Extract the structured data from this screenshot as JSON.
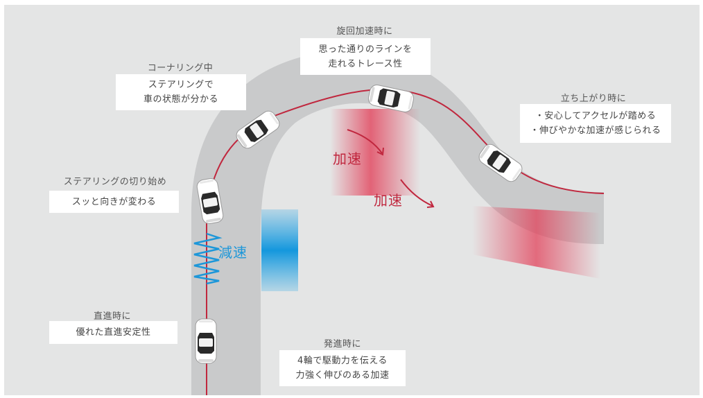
{
  "colors": {
    "background": "#e4e5e5",
    "road": "#c9cacb",
    "driving_line": "#c0273e",
    "accel_text": "#c0273e",
    "decel_text": "#1d97d9",
    "label_box": "#ffffff"
  },
  "annotations": {
    "straight": {
      "caption": "直進時に",
      "text": [
        "優れた直進安定性"
      ]
    },
    "start": {
      "caption": "発進時に",
      "text": [
        "4輪で駆動力を伝える",
        "力強く伸びのある加速"
      ]
    },
    "turn_in": {
      "caption": "ステアリングの切り始め",
      "text": [
        "スッと向きが変わる"
      ]
    },
    "cornering": {
      "caption": "コーナリング中",
      "text": [
        "ステアリングで",
        "車の状態が分かる"
      ]
    },
    "accel_turn": {
      "caption": "旋回加速時に",
      "text": [
        "思った通りのラインを",
        "走れるトレース性"
      ]
    },
    "exit": {
      "caption": "立ち上がり時に",
      "text": [
        "・安心してアクセルが踏める",
        "・伸びやかな加速が感じられる"
      ]
    }
  },
  "labels": {
    "decel": "減速",
    "accel_1": "加速",
    "accel_2": "加速"
  },
  "icons": [
    "car-icon",
    "decel-spring-icon",
    "accel-arrow-icon"
  ]
}
